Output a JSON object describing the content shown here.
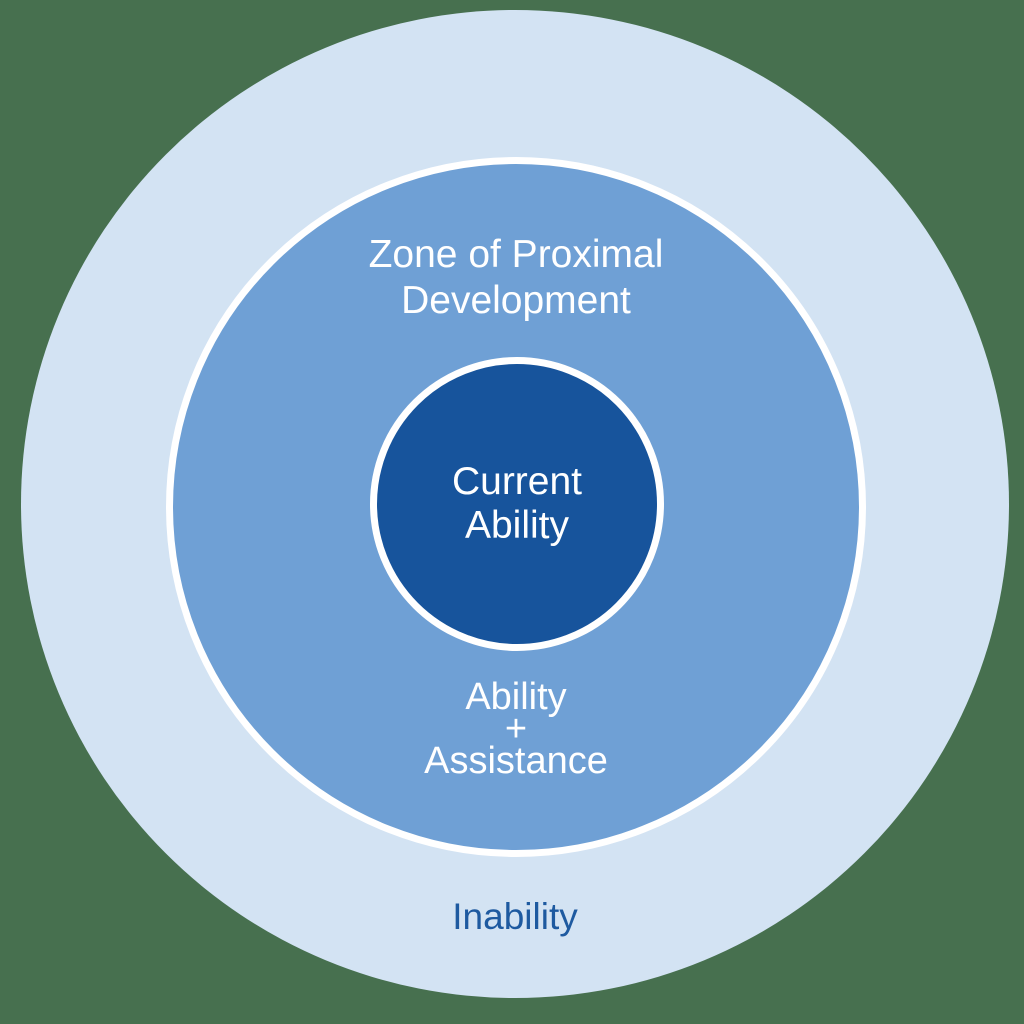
{
  "colors": {
    "background": "#47704F",
    "outer_circle": "#D3E3F3",
    "middle_circle": "#6FA0D5",
    "inner_circle": "#17549C",
    "ring_border": "#FFFFFF",
    "light_label_text": "#FFFFFF",
    "dark_label_text": "#1E5AA0"
  },
  "diagram": {
    "title": "Zone of Proximal Development",
    "outer": {
      "label": "Inability"
    },
    "middle": {
      "label_line1": "Zone of Proximal",
      "label_line2": "Development",
      "sublabel_line1": "Ability",
      "sublabel_line2": "+",
      "sublabel_line3": "Assistance"
    },
    "inner": {
      "label_line1": "Current",
      "label_line2": "Ability"
    }
  }
}
